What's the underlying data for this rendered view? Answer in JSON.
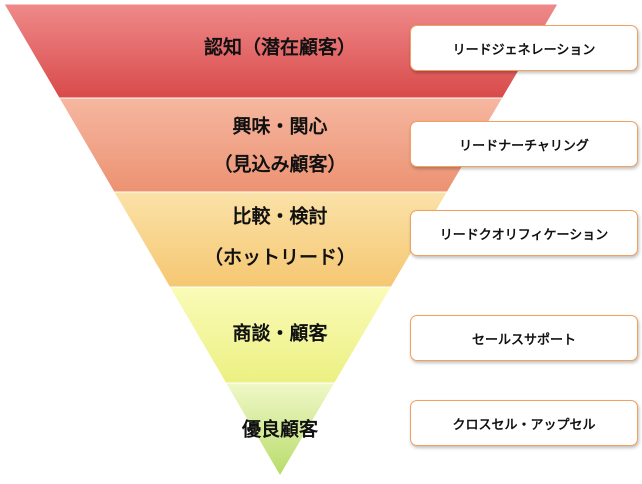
{
  "funnel": {
    "stages": [
      {
        "lines": [
          "認知（潜在顧客）"
        ],
        "color_top": "#ef8a8a",
        "color_bottom": "#d94a4a",
        "box_label": "リードジェネレーション"
      },
      {
        "lines": [
          "興味・関心",
          "（見込み顧客）"
        ],
        "color_top": "#f6b7a0",
        "color_bottom": "#ec9272",
        "box_label": "リードナーチャリング"
      },
      {
        "lines": [
          "比較・検討",
          "（ホットリード）"
        ],
        "color_top": "#fbe2a8",
        "color_bottom": "#f5c772",
        "box_label": "リードクオリフィケーション"
      },
      {
        "lines": [
          "商談・顧客"
        ],
        "color_top": "#fafbb8",
        "color_bottom": "#ecf082",
        "box_label": "セールスサポート"
      },
      {
        "lines": [
          "優良顧客"
        ],
        "color_top": "#f0f8c8",
        "color_bottom": "#b8dc6a",
        "box_label": "クロスセル・アップセル"
      }
    ]
  },
  "colors": {
    "box_border": "#f0a060",
    "text": "#111111"
  }
}
